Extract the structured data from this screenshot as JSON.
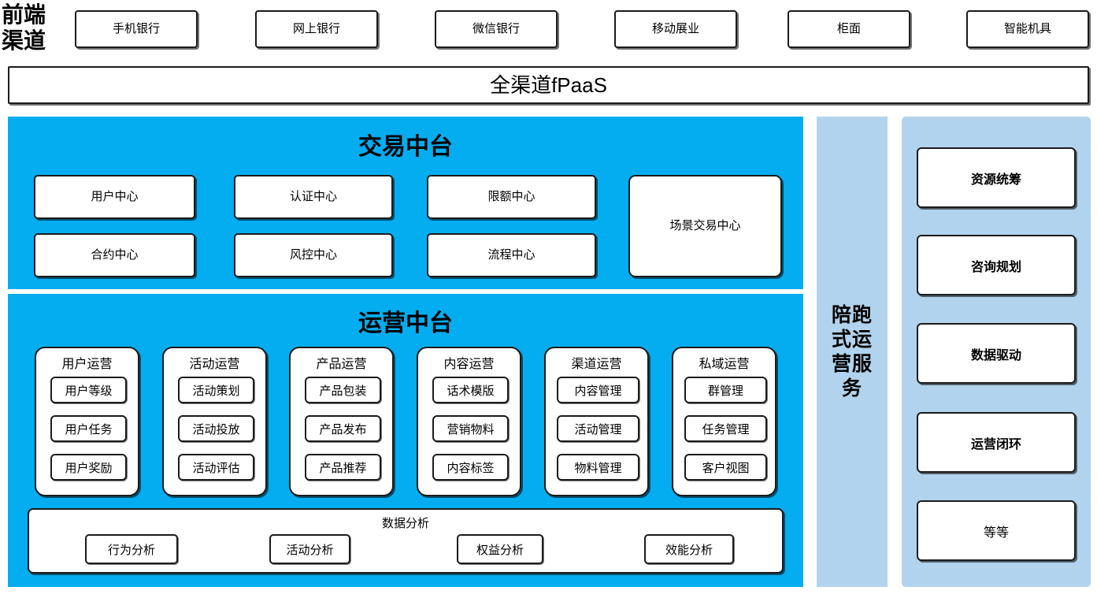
{
  "theme": {
    "cyan": "#03ADEF",
    "light_blue": "#b2d3ed",
    "box_border": "#1b1b1b",
    "page_background": "#ffffff",
    "dot_color": "#d8ecfa"
  },
  "frontend": {
    "label": "前端渠道",
    "channels": [
      {
        "label": "手机银行"
      },
      {
        "label": "网上银行"
      },
      {
        "label": "微信银行"
      },
      {
        "label": "移动展业"
      },
      {
        "label": "柜面"
      },
      {
        "label": "智能机具"
      }
    ]
  },
  "fpaas": {
    "label": "全渠道fPaaS"
  },
  "trade_platform": {
    "title": "交易中台",
    "nodes": [
      {
        "label": "用户中心"
      },
      {
        "label": "认证中心"
      },
      {
        "label": "限额中心"
      },
      {
        "label": "合约中心"
      },
      {
        "label": "风控中心"
      },
      {
        "label": "流程中心"
      }
    ],
    "scene_node": {
      "label": "场景交易中心"
    }
  },
  "ops_platform": {
    "title": "运营中台",
    "groups": [
      {
        "title": "用户运营",
        "items": [
          "用户等级",
          "用户任务",
          "用户奖励"
        ]
      },
      {
        "title": "活动运营",
        "items": [
          "活动策划",
          "活动投放",
          "活动评估"
        ]
      },
      {
        "title": "产品运营",
        "items": [
          "产品包装",
          "产品发布",
          "产品推荐"
        ]
      },
      {
        "title": "内容运营",
        "items": [
          "话术模版",
          "营销物料",
          "内容标签"
        ]
      },
      {
        "title": "渠道运营",
        "items": [
          "内容管理",
          "活动管理",
          "物料管理"
        ]
      },
      {
        "title": "私域运营",
        "items": [
          "群管理",
          "任务管理",
          "客户视图"
        ]
      }
    ],
    "analysis": {
      "title": "数据分析",
      "items": [
        "行为分析",
        "活动分析",
        "权益分析",
        "效能分析"
      ]
    }
  },
  "service_column": {
    "label": "陪跑式运营服务"
  },
  "capability_column": {
    "nodes": [
      {
        "label": "资源统筹",
        "bold": true
      },
      {
        "label": "咨询规划",
        "bold": true
      },
      {
        "label": "数据驱动",
        "bold": true
      },
      {
        "label": "运营闭环",
        "bold": true
      },
      {
        "label": "等等",
        "bold": false
      }
    ]
  }
}
